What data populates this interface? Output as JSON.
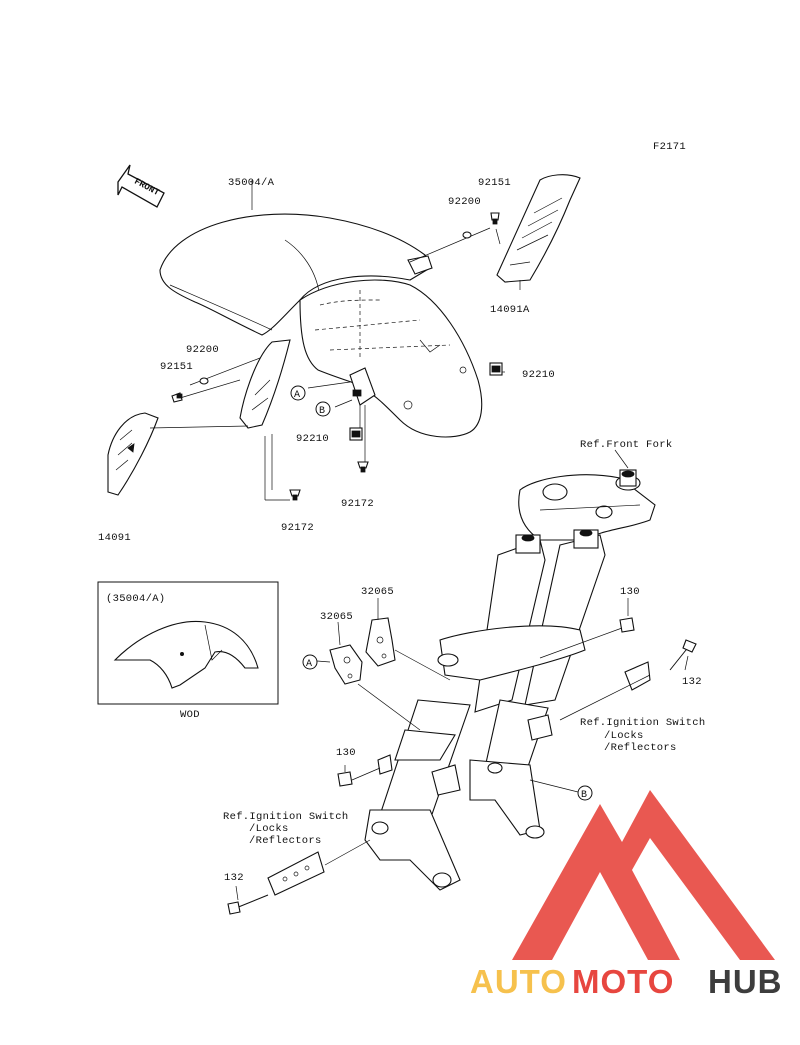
{
  "diagram": {
    "figure_code": "F2171",
    "front_arrow": "FRONT",
    "parts": {
      "p35004A": "35004/A",
      "p92151_top": "92151",
      "p92200_top": "92200",
      "p14091A": "14091A",
      "p92200_left": "92200",
      "p92151_left": "92151",
      "p92210_right": "92210",
      "p92210_center": "92210",
      "p92172_center": "92172",
      "p92172_left": "92172",
      "p14091": "14091",
      "p32065_top": "32065",
      "p32065_left": "32065",
      "p130_right": "130",
      "p132_right": "132",
      "p130_left": "130",
      "p132_left": "132"
    },
    "callouts": {
      "a_mid": "A",
      "b_mid": "B",
      "a_bracket": "A",
      "b_lower": "B"
    },
    "references": {
      "front_fork": "Ref.Front Fork",
      "ignition_right_1": "Ref.Ignition Switch",
      "ignition_right_2": "/Locks",
      "ignition_right_3": "/Reflectors",
      "ignition_left_1": "Ref.Ignition Switch",
      "ignition_left_2": "/Locks",
      "ignition_left_3": "/Reflectors"
    },
    "inset": {
      "title": "(35004/A)",
      "caption": "WOD"
    }
  },
  "watermark": {
    "brand_part1": "AUTO",
    "brand_part2": "MOTO",
    "brand_part3": "HUB",
    "color_yellow": "#f6c14d",
    "color_red": "#e7463f",
    "color_gray": "#3d3d3d"
  }
}
